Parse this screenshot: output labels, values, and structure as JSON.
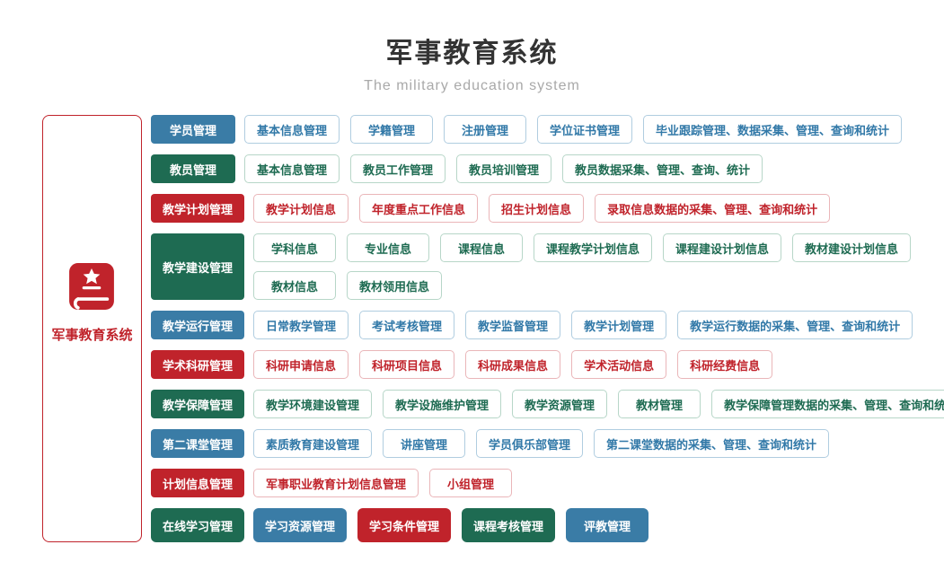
{
  "header": {
    "title": "军事教育系统",
    "subtitle": "The military education system"
  },
  "sidebar": {
    "label": "军事教育系统",
    "icon": "red-book-icon"
  },
  "colors": {
    "blue": "#3a7ca6",
    "green": "#1e6b52",
    "red": "#c0232b",
    "blue_border": "#b0cde0",
    "green_border": "#b7d6c8",
    "red_border": "#eab6b9",
    "title": "#333333",
    "subtitle": "#a9a9a9"
  },
  "rows": [
    {
      "category": "学员管理",
      "theme": "blue",
      "lines": [
        [
          {
            "label": "基本信息管理"
          },
          {
            "label": "学籍管理"
          },
          {
            "label": "注册管理"
          },
          {
            "label": "学位证书管理"
          },
          {
            "label": "毕业跟踪管理、数据采集、管理、查询和统计"
          }
        ]
      ]
    },
    {
      "category": "教员管理",
      "theme": "green",
      "lines": [
        [
          {
            "label": "基本信息管理"
          },
          {
            "label": "教员工作管理"
          },
          {
            "label": "教员培训管理"
          },
          {
            "label": "教员数据采集、管理、查询、统计"
          }
        ]
      ]
    },
    {
      "category": "教学计划管理",
      "theme": "red",
      "lines": [
        [
          {
            "label": "教学计划信息"
          },
          {
            "label": "年度重点工作信息"
          },
          {
            "label": "招生计划信息"
          },
          {
            "label": "录取信息数据的采集、管理、查询和统计"
          }
        ]
      ]
    },
    {
      "category": "教学建设管理",
      "theme": "green",
      "lines": [
        [
          {
            "label": "学科信息"
          },
          {
            "label": "专业信息"
          },
          {
            "label": "课程信息"
          },
          {
            "label": "课程教学计划信息"
          },
          {
            "label": "课程建设计划信息"
          },
          {
            "label": "教材建设计划信息"
          }
        ],
        [
          {
            "label": "教材信息"
          },
          {
            "label": "教材领用信息"
          }
        ]
      ]
    },
    {
      "category": "教学运行管理",
      "theme": "blue",
      "lines": [
        [
          {
            "label": "日常教学管理"
          },
          {
            "label": "考试考核管理"
          },
          {
            "label": "教学监督管理"
          },
          {
            "label": "教学计划管理"
          },
          {
            "label": "教学运行数据的采集、管理、查询和统计"
          }
        ]
      ]
    },
    {
      "category": "学术科研管理",
      "theme": "red",
      "lines": [
        [
          {
            "label": "科研申请信息"
          },
          {
            "label": "科研项目信息"
          },
          {
            "label": "科研成果信息"
          },
          {
            "label": "学术活动信息"
          },
          {
            "label": "科研经费信息"
          }
        ]
      ]
    },
    {
      "category": "教学保障管理",
      "theme": "green",
      "lines": [
        [
          {
            "label": "教学环境建设管理"
          },
          {
            "label": "教学设施维护管理"
          },
          {
            "label": "教学资源管理"
          },
          {
            "label": "教材管理"
          },
          {
            "label": "教学保障管理数据的采集、管理、查询和统计"
          }
        ]
      ]
    },
    {
      "category": "第二课堂管理",
      "theme": "blue",
      "lines": [
        [
          {
            "label": "素质教育建设管理"
          },
          {
            "label": "讲座管理"
          },
          {
            "label": "学员俱乐部管理"
          },
          {
            "label": "第二课堂数据的采集、管理、查询和统计"
          }
        ]
      ]
    },
    {
      "category": "计划信息管理",
      "theme": "red",
      "lines": [
        [
          {
            "label": "军事职业教育计划信息管理"
          },
          {
            "label": "小组管理"
          }
        ]
      ]
    },
    {
      "category": "在线学习管理",
      "theme": "green",
      "lines": [
        [
          {
            "label": "学习资源管理",
            "style": "solid",
            "theme": "blue"
          },
          {
            "label": "学习条件管理",
            "style": "solid",
            "theme": "red"
          },
          {
            "label": "课程考核管理",
            "style": "solid",
            "theme": "green"
          },
          {
            "label": "评教管理",
            "style": "solid",
            "theme": "blue"
          }
        ]
      ]
    }
  ]
}
